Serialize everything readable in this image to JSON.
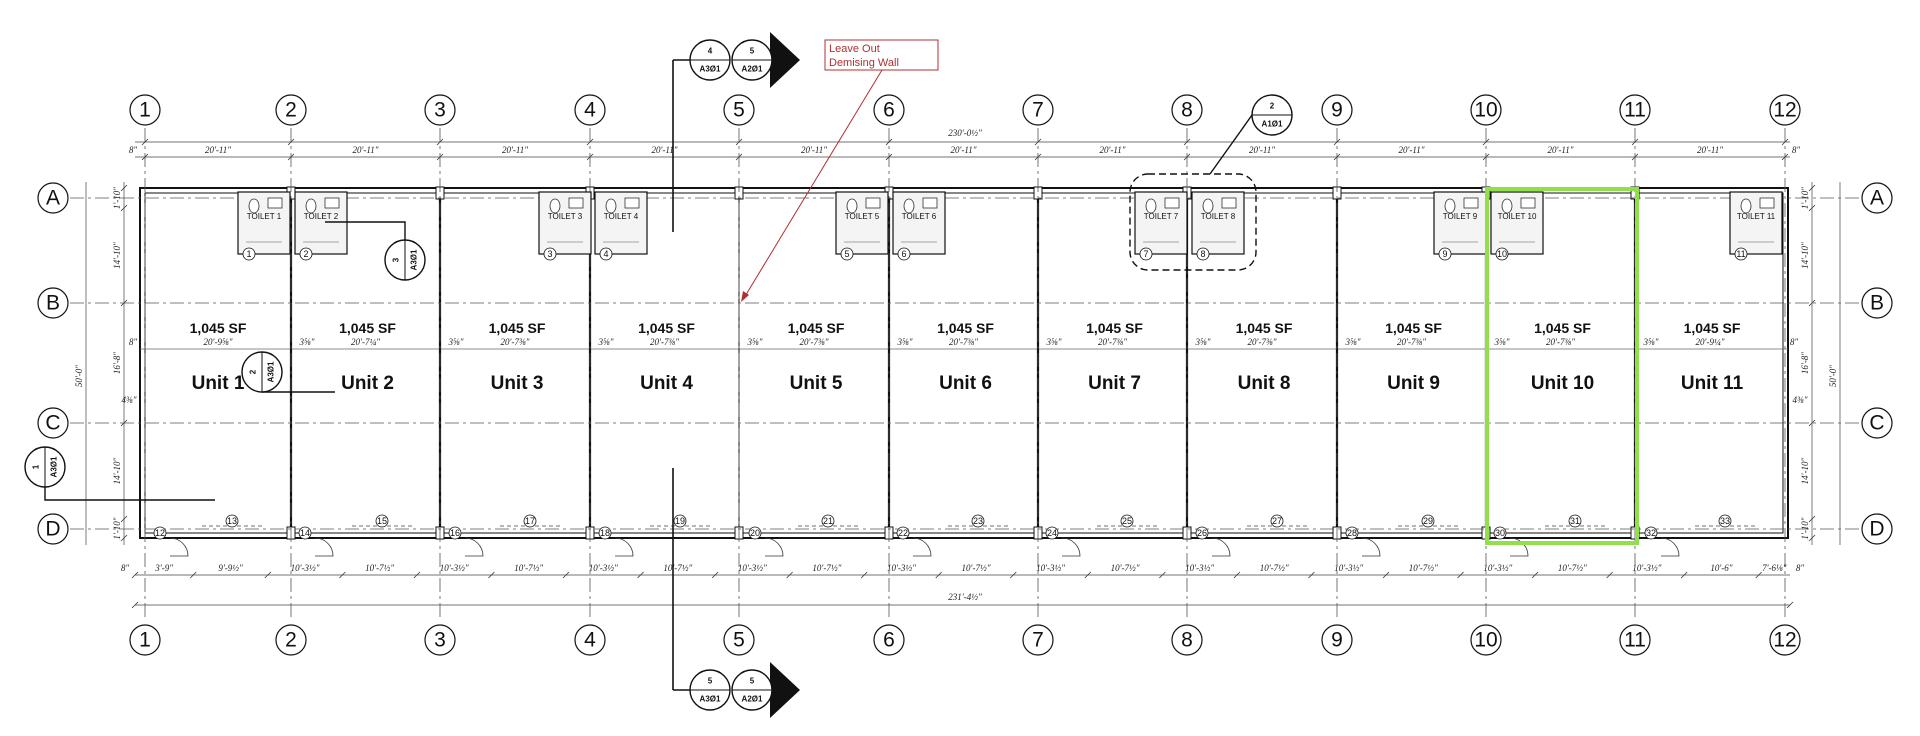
{
  "grid_columns": [
    "1",
    "2",
    "3",
    "4",
    "5",
    "6",
    "7",
    "8",
    "9",
    "10",
    "11",
    "12"
  ],
  "grid_rows": [
    "A",
    "B",
    "C",
    "D"
  ],
  "overall_top_dim": "230'-0½\"",
  "overall_bottom_dim": "231'-4½\"",
  "top_bay_dims": [
    "20'-11\"",
    "20'-11\"",
    "20'-11\"",
    "20'-11\"",
    "20'-11\"",
    "20'-11\"",
    "20'-11\"",
    "20'-11\"",
    "20'-11\"",
    "20'-11\"",
    "20'-11\""
  ],
  "mid_dims": [
    "20'-9⅝\"",
    "20'-7¼\"",
    "20'-7⅜\"",
    "20'-7⅜\"",
    "20'-7⅜\"",
    "20'-7⅜\"",
    "20'-7⅜\"",
    "20'-7⅜\"",
    "20'-7⅜\"",
    "20'-7⅜\"",
    "20'-9¼\""
  ],
  "wall_thickness_dim": "3⅝\"",
  "edge_dims": {
    "top_left": "8\"",
    "top_right": "8\"",
    "mid_left": "8\"",
    "mid_right": "8\"",
    "bottom_left": "8\"",
    "bottom_right": "8\""
  },
  "bottom_segment_dims": [
    "3'-9\"",
    "9'-9½\"",
    "10'-3½\"",
    "10'-7½\"",
    "10'-3½\"",
    "10'-7½\"",
    "10'-3½\"",
    "10'-7½\"",
    "10'-3½\"",
    "10'-7½\"",
    "10'-3½\"",
    "10'-7½\"",
    "10'-3½\"",
    "10'-7½\"",
    "10'-3½\"",
    "10'-7½\"",
    "10'-3½\"",
    "10'-7½\"",
    "10'-3½\"",
    "10'-7½\"",
    "10'-3½\"",
    "10'-6\"",
    "7'-6⅛\""
  ],
  "left_vertical_dims": [
    "1'-10\"",
    "14'-10\"",
    "16'-8\"",
    "14'-10\"",
    "1'-10\""
  ],
  "left_overall_dim": "50'-0\"",
  "right_vertical_dims": [
    "1'-10\"",
    "14'-10\"",
    "16'-8\"",
    "14'-10\"",
    "1'-10\""
  ],
  "right_overall_dim": "50'-0\"",
  "left_small_dim": "4⅜\"",
  "right_small_dim": "4⅜\"",
  "units": [
    {
      "name": "Unit 1",
      "area": "1,045 SF"
    },
    {
      "name": "Unit 2",
      "area": "1,045 SF"
    },
    {
      "name": "Unit 3",
      "area": "1,045 SF"
    },
    {
      "name": "Unit 4",
      "area": "1,045 SF"
    },
    {
      "name": "Unit 5",
      "area": "1,045 SF"
    },
    {
      "name": "Unit 6",
      "area": "1,045 SF"
    },
    {
      "name": "Unit 7",
      "area": "1,045 SF"
    },
    {
      "name": "Unit 8",
      "area": "1,045 SF"
    },
    {
      "name": "Unit 9",
      "area": "1,045 SF"
    },
    {
      "name": "Unit 10",
      "area": "1,045 SF"
    },
    {
      "name": "Unit 11",
      "area": "1,045 SF"
    }
  ],
  "toilets": [
    {
      "label": "TOILET 1",
      "tag": "1"
    },
    {
      "label": "TOILET 2",
      "tag": "2"
    },
    {
      "label": "TOILET 3",
      "tag": "3"
    },
    {
      "label": "TOILET 4",
      "tag": "4"
    },
    {
      "label": "TOILET 5",
      "tag": "5"
    },
    {
      "label": "TOILET 6",
      "tag": "6"
    },
    {
      "label": "TOILET 7",
      "tag": "7"
    },
    {
      "label": "TOILET 8",
      "tag": "8"
    },
    {
      "label": "TOILET 9",
      "tag": "9"
    },
    {
      "label": "TOILET 10",
      "tag": "10"
    },
    {
      "label": "TOILET 11",
      "tag": "11"
    }
  ],
  "door_tags": [
    "12",
    "13",
    "14",
    "15",
    "16",
    "17",
    "18",
    "19",
    "20",
    "21",
    "22",
    "23",
    "24",
    "25",
    "26",
    "27",
    "28",
    "29",
    "30",
    "31",
    "32",
    "33"
  ],
  "section_markers": {
    "top": [
      {
        "num": "4",
        "sheet": "A3Ø1"
      },
      {
        "num": "5",
        "sheet": "A2Ø1"
      }
    ],
    "bottom": [
      {
        "num": "5",
        "sheet": "A3Ø1"
      },
      {
        "num": "5",
        "sheet": "A2Ø1"
      }
    ]
  },
  "detail_callouts": [
    {
      "num": "2",
      "sheet": "A1Ø1"
    },
    {
      "num": "3",
      "sheet": "A3Ø1"
    },
    {
      "num": "2",
      "sheet": "A3Ø1"
    },
    {
      "num": "1",
      "sheet": "A3Ø1"
    }
  ],
  "note": {
    "line1": "Leave Out",
    "line2": "Demising Wall"
  },
  "colors": {
    "highlight": "#8fe04a",
    "note_red": "#b03030",
    "ink": "#111111"
  }
}
